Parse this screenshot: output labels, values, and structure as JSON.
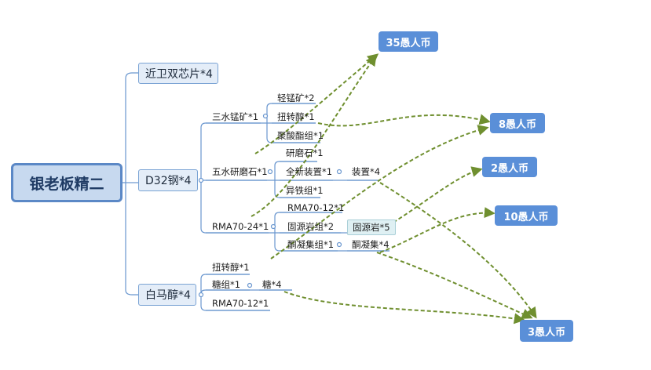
{
  "root": "银老板精二",
  "branches": [
    "近卫双芯片*4",
    "D32钢*4",
    "白马醇*4"
  ],
  "leaves": {
    "sanshui": "三水锰矿*1",
    "qingmeng": "轻锰矿*2",
    "niuzhuan1": "扭转醇*1",
    "juzhi": "聚酸酯组*1",
    "wushui": "五水研磨石*1",
    "yanmo": "研磨石*1",
    "quanxin": "全新装置*1",
    "zhuangzhi": "装置*4",
    "yitie": "异铁组*1",
    "rma24": "RMA70-24*1",
    "rma12a": "RMA70-12*1",
    "guyuanzu": "固源岩组*2",
    "guyuan": "固源岩*5",
    "tongning": "酮凝集组*1",
    "tongningji": "酮凝集*4",
    "niuzhuan2": "扭转醇*1",
    "tangzu": "糖组*1",
    "tang": "糖*4",
    "rma12b": "RMA70-12*1"
  },
  "prices": [
    "35愚人币",
    "8愚人币",
    "2愚人币",
    "10愚人币",
    "3愚人币"
  ],
  "colors": {
    "connector": "#6a97cf",
    "arrow": "#6f8f2f",
    "price_bg": "#5a8fd8"
  }
}
